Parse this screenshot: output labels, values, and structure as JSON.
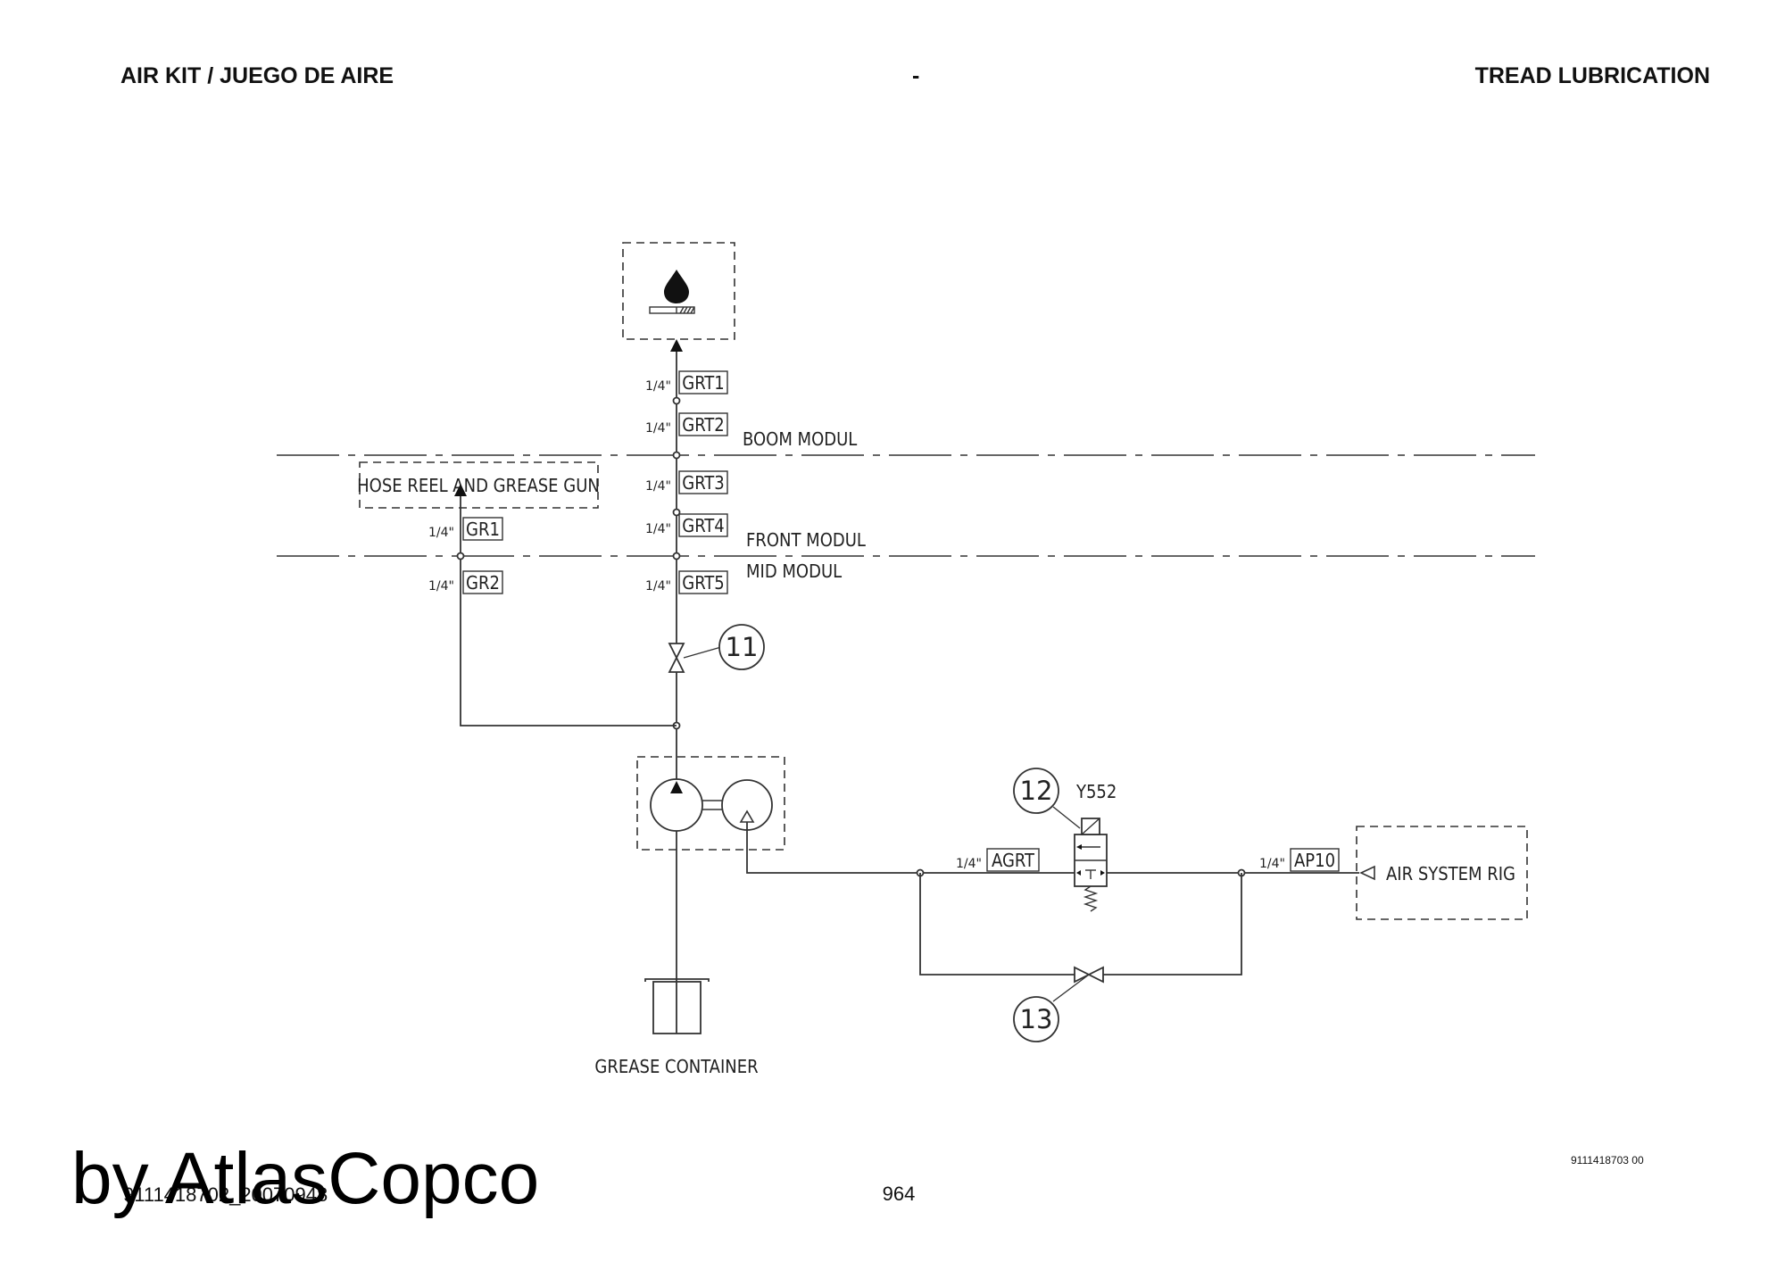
{
  "header": {
    "left": "AIR KIT / JUEGO DE AIRE",
    "center": "-",
    "right": "TREAD LUBRICATION"
  },
  "zones": {
    "boom": "BOOM MODUL",
    "front": "FRONT MODUL",
    "mid": "MID MODUL"
  },
  "components": {
    "hose_reel": "HOSE REEL AND GREASE GUN",
    "grease_container": "GREASE CONTAINER",
    "air_system": "AIR SYSTEM RIG",
    "solenoid_label": "Y552"
  },
  "size_label": "1/4\"",
  "hoses": {
    "grt1": "GRT1",
    "grt2": "GRT2",
    "grt3": "GRT3",
    "grt4": "GRT4",
    "grt5": "GRT5",
    "gr1": "GR1",
    "gr2": "GR2",
    "agrt": "AGRT",
    "ap10": "AP10"
  },
  "callouts": {
    "c11": "11",
    "c12": "12",
    "c13": "13"
  },
  "footer": {
    "doc_number": "9111418703 00",
    "page": "964",
    "file_id": "9111418702_20070948",
    "watermark": "by AtlasCopco"
  }
}
